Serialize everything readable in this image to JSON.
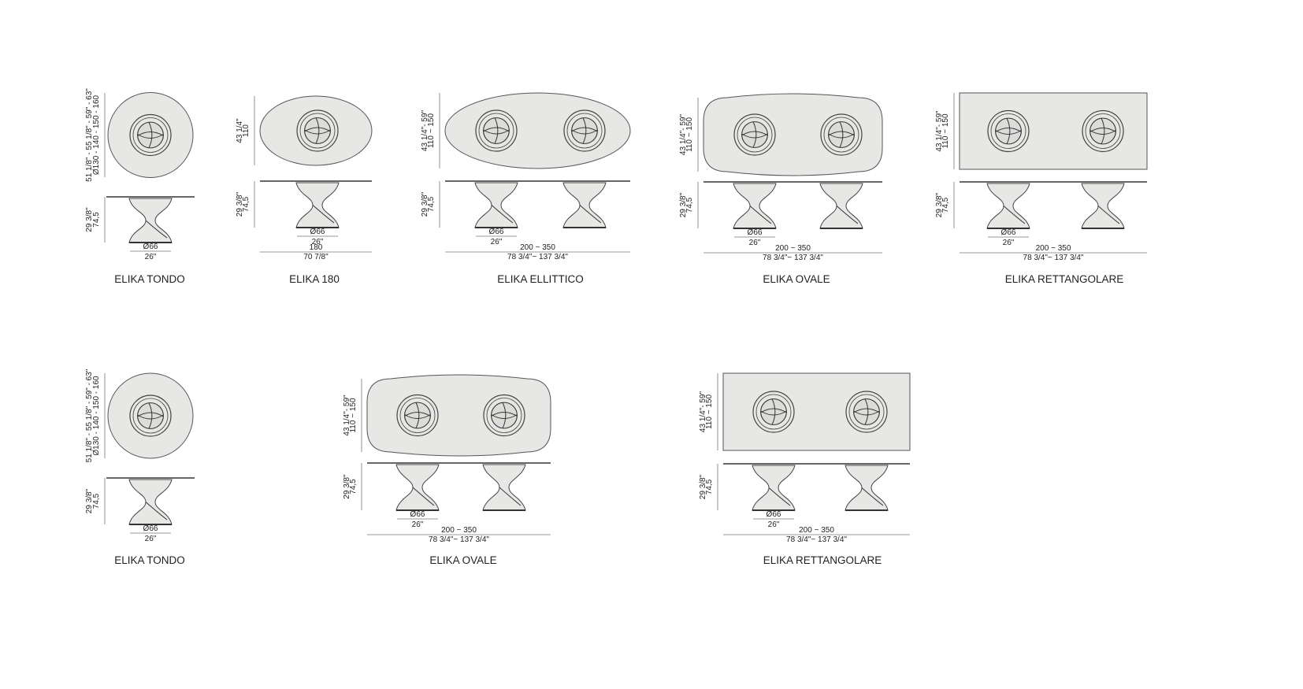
{
  "tables": [
    {
      "id": "elika-tondo-1",
      "name": "ELIKA TONDO",
      "diameter_cm": "Ø130 - 140 - 150 - 160",
      "diameter_in": "51 1/8\" - 55 1/8\" - 59\" - 63\"",
      "height_cm": "74,5",
      "height_in": "29 3/8\"",
      "base_cm": "Ø66",
      "base_in": "26\""
    },
    {
      "id": "elika-180",
      "name": "ELIKA 180",
      "depth_cm": "110",
      "depth_in": "43 1/4\"",
      "height_cm": "74,5",
      "height_in": "29 3/8\"",
      "base_cm": "Ø66",
      "base_in": "26\"",
      "length_cm": "180",
      "length_in": "70 7/8\""
    },
    {
      "id": "elika-ellittico",
      "name": "ELIKA ELLITTICO",
      "depth_cm": "110 ~ 150",
      "depth_in": "43 1/4\"- 59\"",
      "height_cm": "74,5",
      "height_in": "29 3/8\"",
      "base_cm": "Ø66",
      "base_in": "26\"",
      "length_cm": "200 ~ 350",
      "length_in": "78 3/4\"~ 137 3/4\""
    },
    {
      "id": "elika-ovale-1",
      "name": "ELIKA OVALE",
      "depth_cm": "110 ~ 150",
      "depth_in": "43 1/4\"- 59\"",
      "height_cm": "74,5",
      "height_in": "29 3/8\"",
      "base_cm": "Ø66",
      "base_in": "26\"",
      "length_cm": "200 ~ 350",
      "length_in": "78 3/4\"~ 137 3/4\""
    },
    {
      "id": "elika-rettangolare-1",
      "name": "ELIKA RETTANGOLARE",
      "depth_cm": "110 ~ 150",
      "depth_in": "43 1/4\"- 59\"",
      "height_cm": "74,5",
      "height_in": "29 3/8\"",
      "base_cm": "Ø66",
      "base_in": "26\"",
      "length_cm": "200 ~ 350",
      "length_in": "78 3/4\"~ 137 3/4\""
    },
    {
      "id": "elika-tondo-2",
      "name": "ELIKA TONDO",
      "diameter_cm": "Ø130 - 140 - 150 - 160",
      "diameter_in": "51 1/8\" - 55 1/8\" - 59\" - 63\"",
      "height_cm": "74,5",
      "height_in": "29 3/8\"",
      "base_cm": "Ø66",
      "base_in": "26\""
    },
    {
      "id": "elika-ovale-2",
      "name": "ELIKA OVALE",
      "depth_cm": "110 ~ 150",
      "depth_in": "43 1/4\"- 59\"",
      "height_cm": "74,5",
      "height_in": "29 3/8\"",
      "base_cm": "Ø66",
      "base_in": "26\"",
      "length_cm": "200 ~ 350",
      "length_in": "78 3/4\"~ 137 3/4\""
    },
    {
      "id": "elika-rettangolare-2",
      "name": "ELIKA RETTANGOLARE",
      "depth_cm": "110 ~ 150",
      "depth_in": "43 1/4\"- 59\"",
      "height_cm": "74,5",
      "height_in": "29 3/8\"",
      "base_cm": "Ø66",
      "base_in": "26\"",
      "length_cm": "200 ~ 350",
      "length_in": "78 3/4\"~ 137 3/4\""
    }
  ]
}
